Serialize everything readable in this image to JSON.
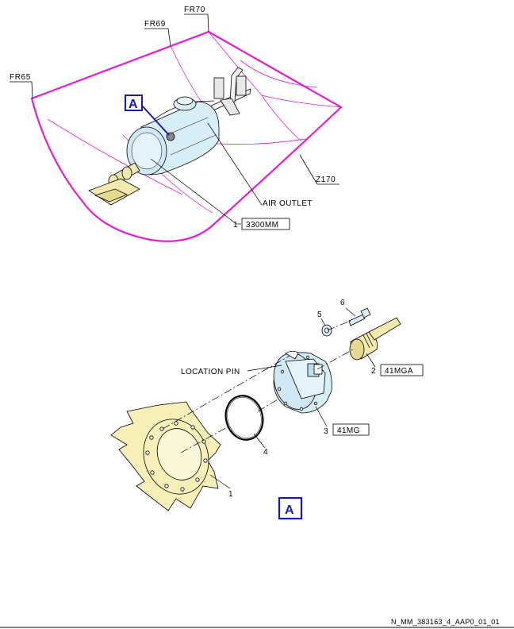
{
  "frames": {
    "fr70": "FR70",
    "fr69": "FR69",
    "fr65": "FR65",
    "z170": "Z170"
  },
  "callouts": {
    "view_a_top": "A",
    "air_outlet": "AIR OUTLET",
    "item1_top_num": "1",
    "item1_top_code": "3300MM",
    "location_pin": "LOCATION PIN",
    "item2_num": "2",
    "item2_code": "41MGA",
    "item3_num": "3",
    "item3_code": "41MG",
    "item4_num": "4",
    "item5_num": "5",
    "item6_num": "6",
    "item1_bottom_num": "1",
    "view_a_bottom": "A"
  },
  "colors": {
    "zone_outline": "#e020d0",
    "component_fill": "#d8eef7",
    "panel_fill": "#f7efb8",
    "line": "#000000",
    "view_box": "#1a1ab0"
  },
  "footer": {
    "reference": "N_MM_383163_4_AAP0_01_01"
  }
}
